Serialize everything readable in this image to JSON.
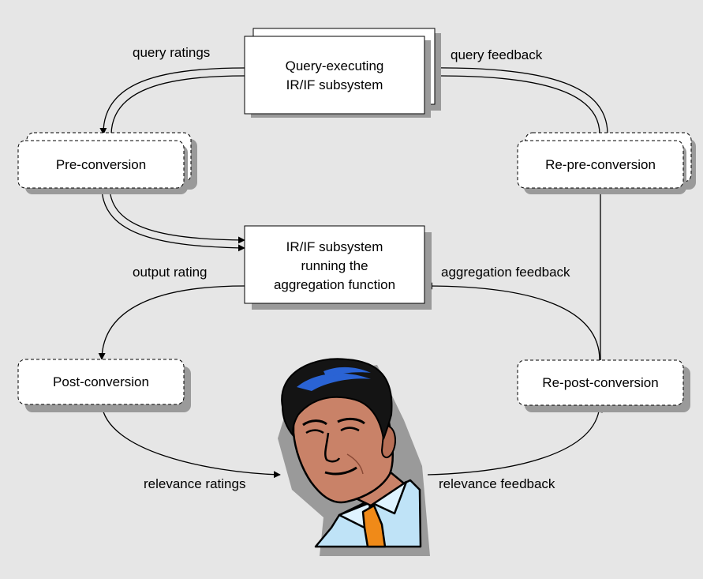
{
  "nodes": {
    "query_executing": {
      "line1": "Query-executing",
      "line2": "IR/IF subsystem"
    },
    "pre_conversion": "Pre-conversion",
    "re_pre_conversion": "Re-pre-conversion",
    "aggregation": {
      "line1": "IR/IF subsystem",
      "line2": "running the",
      "line3": "aggregation function"
    },
    "post_conversion": "Post-conversion",
    "re_post_conversion": "Re-post-conversion"
  },
  "edges": {
    "query_ratings": "query ratings",
    "query_feedback": "query feedback",
    "output_rating": "output rating",
    "aggregation_feedback": "aggregation feedback",
    "relevance_ratings": "relevance ratings",
    "relevance_feedback": "relevance feedback"
  },
  "colors": {
    "background": "#e6e6e6",
    "shadow": "#9a9a9a",
    "box_fill": "#ffffff",
    "stroke": "#000000",
    "skin": "#c98268",
    "hair": "#141414",
    "hair_highlight": "#2a63d4",
    "shirt": "#bfe3f7",
    "tie": "#f08a18"
  },
  "icons": {
    "person": "man-portrait-icon"
  }
}
